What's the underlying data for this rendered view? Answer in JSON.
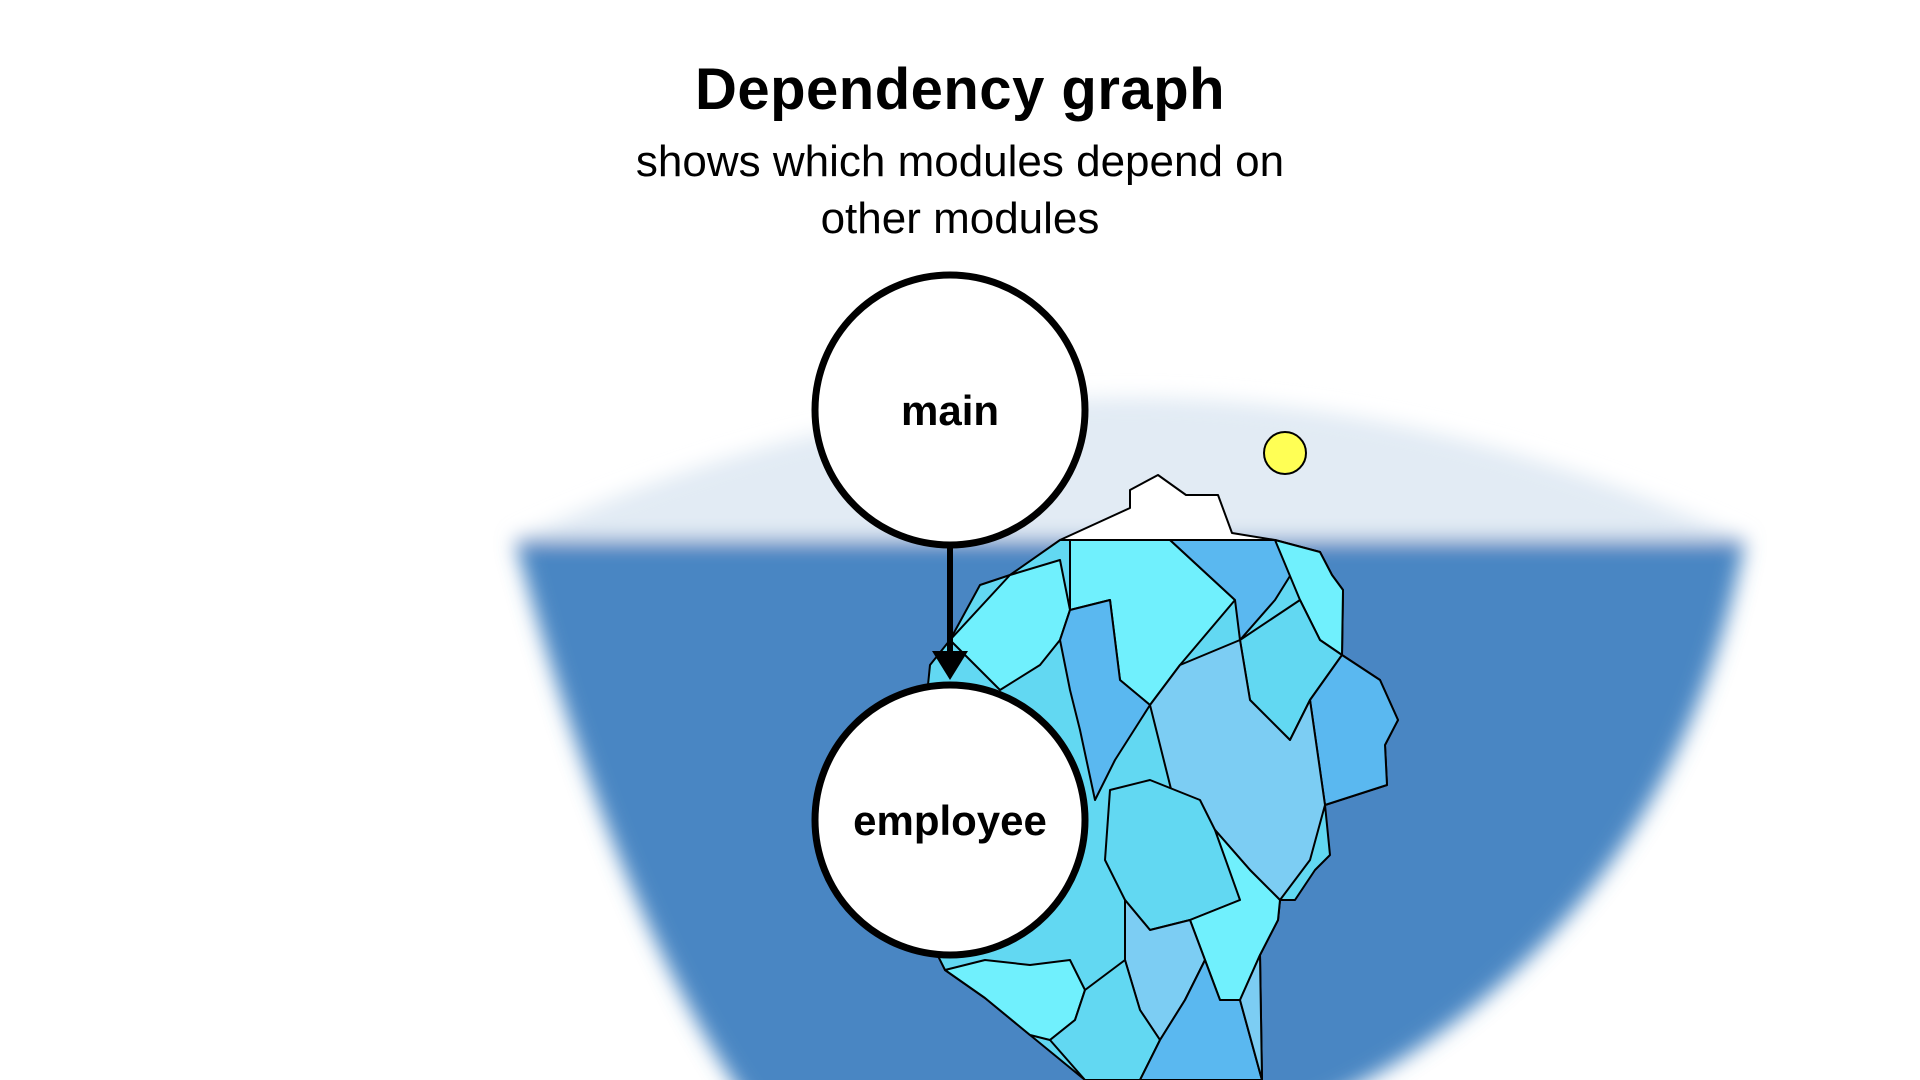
{
  "slide": {
    "title": "Dependency graph",
    "subtitle": "shows which modules depend on other modules"
  },
  "graph": {
    "nodes": [
      {
        "id": "main",
        "label": "main"
      },
      {
        "id": "employee",
        "label": "employee"
      }
    ],
    "edges": [
      {
        "from": "main",
        "to": "employee"
      }
    ]
  },
  "colors": {
    "sky": "#e2ebf4",
    "water": "#4a86c3",
    "ice_light": "#70f0fd",
    "ice_mid": "#62d8f2",
    "ice_blue": "#5ab8f0",
    "ice_pale": "#7ccdf3",
    "snow": "#ffffff",
    "sun": "#ffff55",
    "outline": "#000000"
  },
  "icons": {
    "sun": "sun-icon",
    "iceberg": "iceberg-illustration"
  }
}
